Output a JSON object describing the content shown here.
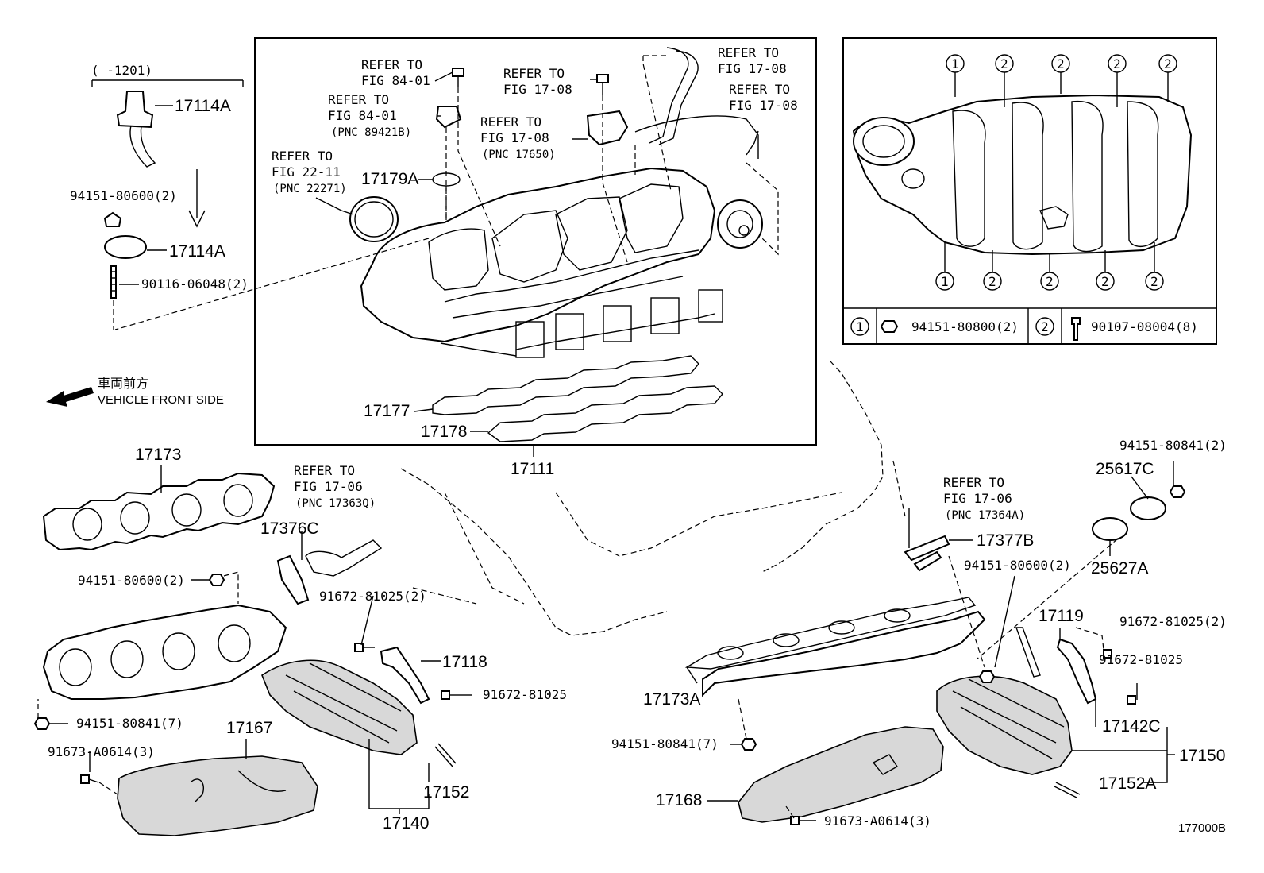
{
  "diagram_id": "177000B",
  "front_label_jp": "車両前方",
  "front_label_en": "VEHICLE FRONT SIDE",
  "date_range": "(   -1201)",
  "parts": {
    "p17114A_1": "17114A",
    "p17114A_2": "17114A",
    "p94151_80600_top": "94151-80600(2)",
    "p90116": "90116-06048(2)",
    "p17179A": "17179A",
    "p17177": "17177",
    "p17178": "17178",
    "p17111": "17111",
    "p17173": "17173",
    "p17376C": "17376C",
    "p94151_80600_left": "94151-80600(2)",
    "p91672_81025_2_left": "91672-81025(2)",
    "p17118": "17118",
    "p91672_81025_left": "91672-81025",
    "p94151_80841_7_left": "94151-80841(7)",
    "p17167": "17167",
    "p91673_left": "91673-A0614(3)",
    "p17152": "17152",
    "p17140": "17140",
    "p17377B": "17377B",
    "p94151_80600_right": "94151-80600(2)",
    "p94151_80841_2": "94151-80841(2)",
    "p25617C": "25617C",
    "p25627A": "25627A",
    "p17119": "17119",
    "p91672_81025_2_right": "91672-81025(2)",
    "p91672_81025_right": "91672-81025",
    "p17173A": "17173A",
    "p17142C": "17142C",
    "p17150": "17150",
    "p94151_80841_7_right": "94151-80841(7)",
    "p17152A": "17152A",
    "p17168": "17168",
    "p91673_right": "91673-A0614(3)"
  },
  "refs": {
    "r1": [
      "REFER TO",
      "FIG 84-01"
    ],
    "r2": [
      "REFER TO",
      "FIG 84-01",
      "(PNC 89421B)"
    ],
    "r3": [
      "REFER TO",
      "FIG 17-08"
    ],
    "r4": [
      "REFER TO",
      "FIG 17-08",
      "(PNC 17650)"
    ],
    "r5": [
      "REFER TO",
      "FIG 17-08"
    ],
    "r6": [
      "REFER TO",
      "FIG 17-08"
    ],
    "r7": [
      "REFER TO",
      "FIG 22-11",
      "(PNC 22271)"
    ],
    "r8": [
      "REFER TO",
      "FIG 17-06",
      "(PNC 17363Q)"
    ],
    "r9": [
      "REFER TO",
      "FIG 17-06",
      "(PNC 17364A)"
    ]
  },
  "legend": {
    "item1_num": "1",
    "item1_part": "94151-80800(2)",
    "item2_num": "2",
    "item2_part": "90107-08004(8)"
  },
  "inset_markers": {
    "top": [
      "1",
      "2",
      "2",
      "2",
      "2"
    ],
    "bottom": [
      "1",
      "2",
      "2",
      "2",
      "2"
    ]
  }
}
